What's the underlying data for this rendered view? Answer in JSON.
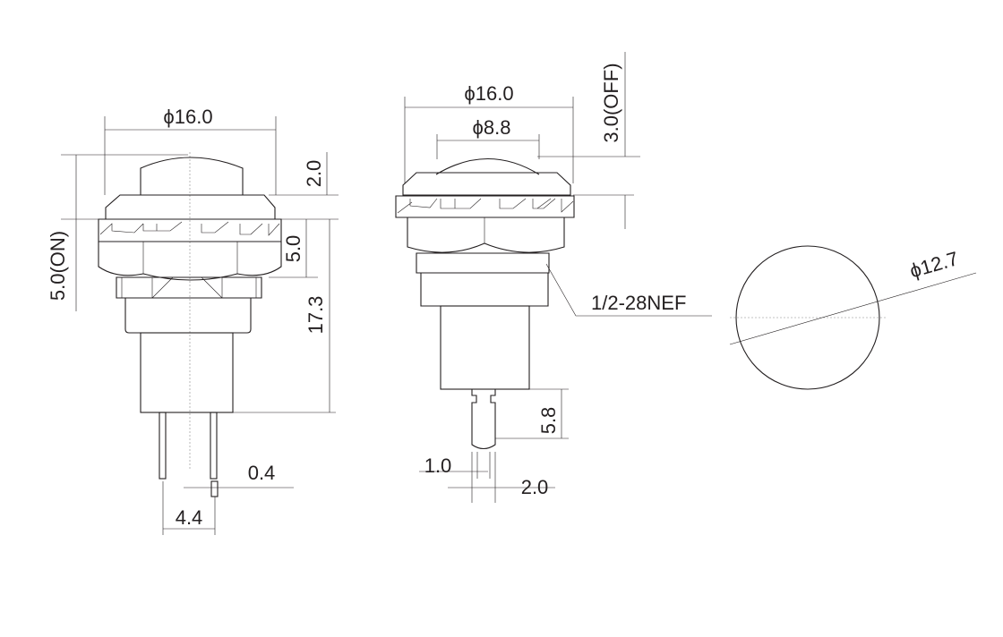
{
  "front_view": {
    "diameter": "ϕ16.0",
    "cap_height": "2.0",
    "nut_height": "5.0",
    "body_length": "17.3",
    "travel_on": "5.0(ON)",
    "pin_thickness": "0.4",
    "pin_spacing": "4.4"
  },
  "side_view": {
    "diameter": "ϕ16.0",
    "cap_diameter": "ϕ8.8",
    "travel_off": "3.0(OFF)",
    "thread": "1/2-28NEF",
    "pin_length": "5.8",
    "pin_width_1": "1.0",
    "pin_width_2": "2.0"
  },
  "cutout_view": {
    "diameter": "ϕ12.7"
  },
  "colors": {
    "line": "#231f20"
  }
}
